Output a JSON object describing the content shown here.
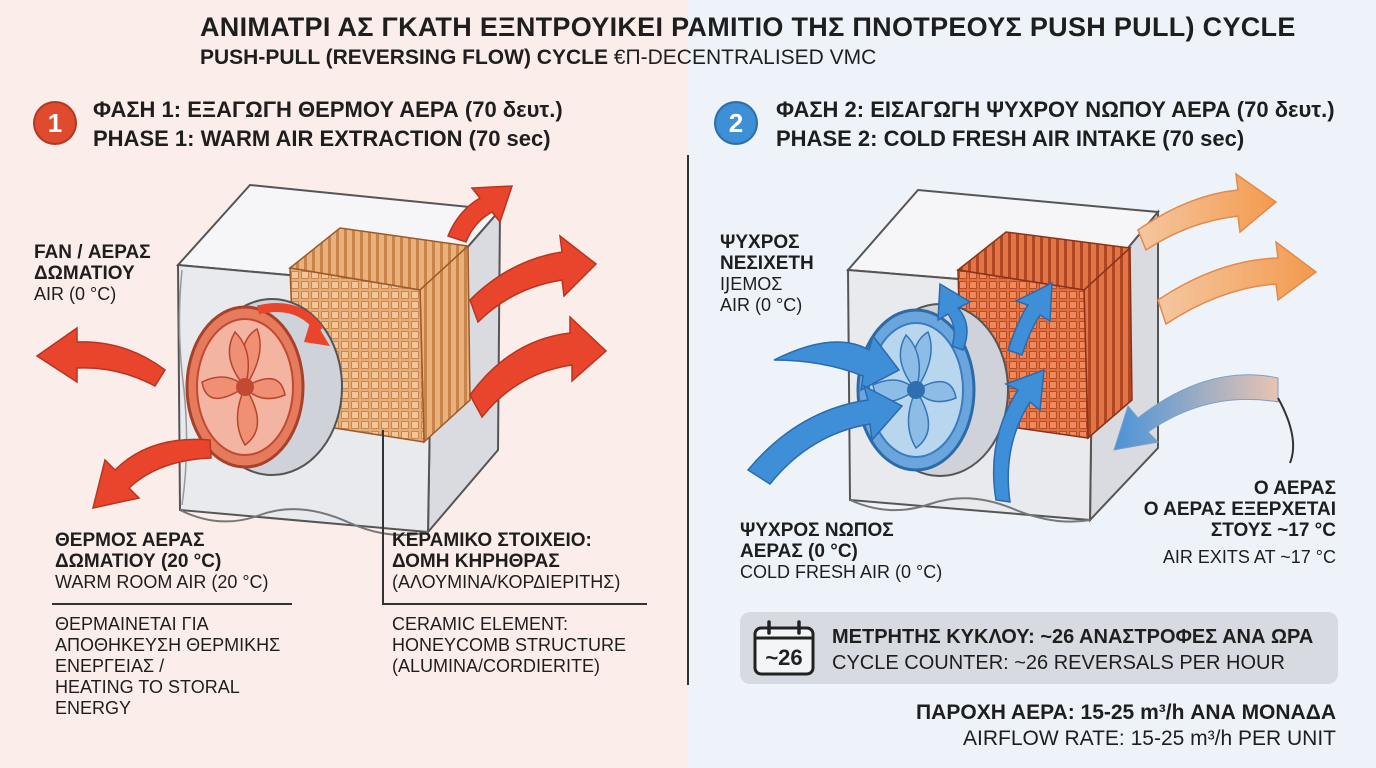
{
  "title": "ΑΝΙΜΑΤΡΙ ΑΣ ΓΚΑΤΗ ΕΞΝΤΡΟΥΙΚΕΙ ΡΑΜΙΤΙΟ ΤΗΣ ΠΝΟΤΡΕΟΥΣ PUSH PULL) CYCLE",
  "subtitle": {
    "bold": "PUSH-PULL (REVERSING FLOW) CYCLE",
    "rest": " €Π-DECENTRALISED VMC"
  },
  "phase1": {
    "number": "1",
    "greek": "ΦΑΣΗ 1: ΕΞΑΓΩΓΗ ΘΕΡΜΟΥ ΑΕΡΑ (70 δευτ.)",
    "english": "PHASE 1: WARM AIR EXTRACTION (70 sec)",
    "fan_label": {
      "line1": "FAN / ΑΕΡΑΣ",
      "line2": "ΔΩΜΑΤΙΟΥ",
      "line3": "AIR (0 °C)"
    },
    "warm_label": {
      "line1": "ΘΕΡΜΟΣ ΑΕΡΑΣ",
      "line2": "ΔΩΜΑΤΙΟΥ (20 °C)",
      "line3": "WARM ROOM AIR (20 °C)"
    },
    "heating_note": {
      "line1": "ΘΕΡΜΑΙΝΕΤΑΙ ΓΙΑ",
      "line2": "ΑΠΟΘΗΚΕΥΣΗ ΘΕΡΜΙΚΗΣ",
      "line3": "ΕΝΕΡΓΕΙΑΣ /",
      "line4": "HEATING TO STORAL",
      "line5": "ENERGY"
    },
    "ceramic_label": {
      "line1": "ΚΕΡΑΜΙΚΟ ΣΤΟΙΧΕΙΟ:",
      "line2": "ΔΟΜΗ ΚΗΡΗΘΡΑΣ",
      "line3": "(ΑΛΟΥΜΙΝΑ/ΚΟΡΔΙΕΡΙΤΗΣ)"
    },
    "ceramic_note": {
      "line1": "CERAMIC ELEMENT:",
      "line2": "HONEYCOMB STRUCTURE",
      "line3": "(ALUMINA/CORDIERITE)"
    }
  },
  "phase2": {
    "number": "2",
    "greek": "ΦΑΣΗ 2: ΕΙΣΑΓΩΓΗ ΨΥΧΡΟΥ ΝΩΠΟΥ ΑΕΡΑ (70 δευτ.)",
    "english": "PHASE 2: COLD FRESH AIR INTAKE (70 sec)",
    "cold_label": {
      "line1": "ΨΥΧΡΟΣ",
      "line2": "ΝΕΣΙΧΕΤΗ",
      "line3": "ΙͿΕΜΟΣ",
      "line4": "AIR (0 °C)"
    },
    "fresh_label": {
      "line1": "ΨΥΧΡΟΣ ΝΩΠΟΣ",
      "line2": "ΑΕΡΑΣ (0 °C)",
      "line3": "COLD FRESH AIR (0 °C)"
    },
    "exit_label": {
      "line1": "Ο ΑΕΡΑΣ",
      "line2": "Ο ΑΕΡΑΣ ΕΞΕΡΧΕΤΑΙ",
      "line3": "ΣΤΟΥΣ ~17 °C",
      "line4": "AIR EXITS AT ~17 °C"
    }
  },
  "counter": {
    "icon_text": "~26",
    "greek": "ΜΕΤΡΗΤΗΣ ΚΥΚΛΟΥ: ~26 ΑΝΑΣΤΡΟΦΕΣ ΑΝΑ ΩΡΑ",
    "english": "CYCLE COUNTER: ~26 REVERSALS PER HOUR"
  },
  "airflow": {
    "greek": "ΠΑΡΟΧΗ ΑΕΡΑ: 15-25 m³/h ΑΝΑ ΜΟΝΑΔΑ",
    "english": "AIRFLOW RATE: 15-25 m³/h PER UNIT"
  },
  "colors": {
    "warm": "#e8452c",
    "cold": "#3f8fd8",
    "ceramic_phase1": "#e2a870",
    "ceramic_phase2": "#d9683f",
    "housing": "#ececef"
  },
  "icons": [
    "calendar-icon",
    "fan-icon",
    "honeycomb-core-icon",
    "airflow-arrow-icon"
  ]
}
